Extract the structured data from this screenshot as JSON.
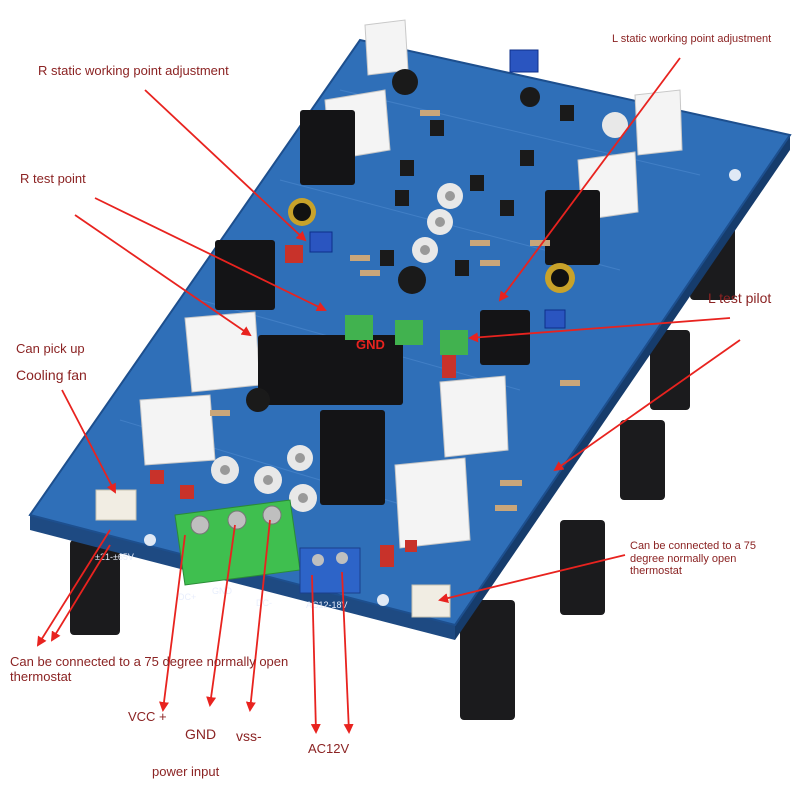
{
  "labels": {
    "r_static": "R static working point adjustment",
    "l_static": "L static working point adjustment",
    "r_test": "R test point",
    "l_test": "L test pilot",
    "can_pick_up": "Can pick up",
    "cooling_fan": "Cooling fan",
    "gnd_center": "GND",
    "thermo_left": "Can be connected to a 75 degree normally open thermostat",
    "thermo_right": "Can be connected to a 75 degree normally open thermostat",
    "vcc": "VCC +",
    "gnd_bottom": "GND",
    "vss": "vss-",
    "ac12v": "AC12V",
    "power_input": "power input"
  },
  "board_silkscreen": {
    "dc_plus": "DC+",
    "gnd": "GND",
    "dc_minus": "DC-",
    "ac": "AC12-18V",
    "voltage": "±21-±65V"
  },
  "colors": {
    "annotation": "#8b2323",
    "arrow": "#e8231f",
    "pcb_blue": "#2f6fb8",
    "terminal_green": "#3fbf4f",
    "terminal_blue": "#2d64c8"
  }
}
